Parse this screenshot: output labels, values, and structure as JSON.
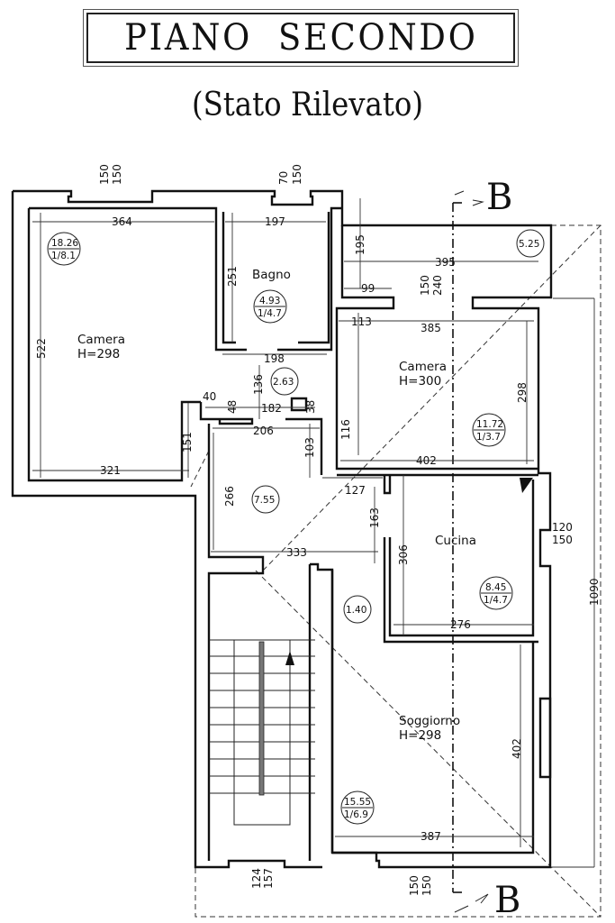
{
  "header": {
    "title": "PIANO  SECONDO",
    "subtitle": "(Stato Rilevato)"
  },
  "section_marker": {
    "top": "B",
    "bottom": "B"
  },
  "rooms": [
    {
      "name": "Camera",
      "height": "H=298",
      "area": "18.26",
      "ratio": "1/8.1"
    },
    {
      "name": "Bagno",
      "height": "",
      "area": "4.93",
      "ratio": "1/4.7"
    },
    {
      "name": "Camera",
      "height": "H=300",
      "area": "11.72",
      "ratio": "1/3.7"
    },
    {
      "name": "Cucina",
      "height": "",
      "area": "8.45",
      "ratio": "1/4.7"
    },
    {
      "name": "Soggiorno",
      "height": "H=298",
      "area": "15.55",
      "ratio": "1/6.9"
    }
  ],
  "areas": {
    "balcony": "5.25",
    "corridor": "2.63",
    "hall": "7.55",
    "landing": "1.40"
  },
  "dimensions": {
    "camera1_width": "364",
    "camera1_depth": "522",
    "camera1_lower_width": "321",
    "camera1_step": "151",
    "step_40": "40",
    "bagno_width": "197",
    "bagno_depth": "251",
    "bagno_lower": "198",
    "corridor_h": "136",
    "corridor_182": "182",
    "d48": "48",
    "d38": "38",
    "hall_206": "206",
    "hall_266": "266",
    "hall_333": "333",
    "d103": "103",
    "d116": "116",
    "d127": "127",
    "d163": "163",
    "balcony_195": "195",
    "balcony_395": "395",
    "d99": "99",
    "d113": "113",
    "camera2_385": "385",
    "camera2_298": "298",
    "camera2_402": "402",
    "cucina_306": "306",
    "cucina_276": "276",
    "soggiorno_402": "402",
    "soggiorno_387": "387",
    "total_1090": "1090",
    "win1_top": "150",
    "win1_bot": "150",
    "win2_top": "70",
    "win2_bot": "150",
    "win3_top": "150",
    "win3_bot": "240",
    "win4_top": "120",
    "win4_bot": "150",
    "win5_top": "124",
    "win5_bot": "157",
    "win6_top": "150",
    "win6_bot": "150"
  }
}
